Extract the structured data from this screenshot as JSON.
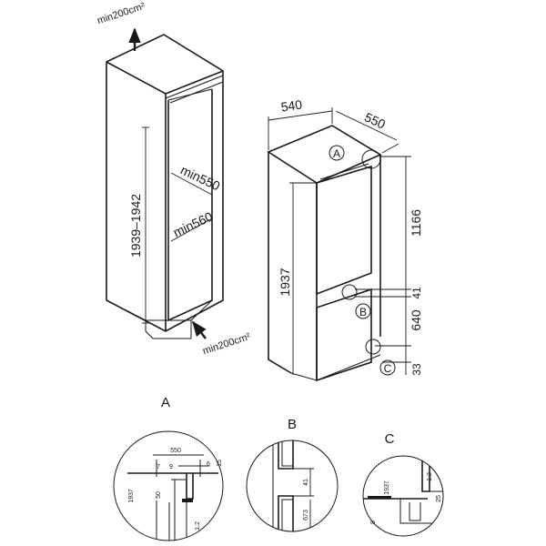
{
  "cabinet": {
    "vent_top": "min200cm²",
    "vent_bottom": "min200cm²",
    "height": "1939–1942",
    "depth": "min550",
    "width": "min560"
  },
  "fridge": {
    "width": "540",
    "depth": "550",
    "height": "1937",
    "upper": "1166",
    "gap": "41",
    "lower": "640",
    "base": "33",
    "marker_a": "A",
    "marker_b": "B",
    "marker_c": "C"
  },
  "detail_a": {
    "title": "A",
    "d550": "550",
    "d15": "15",
    "d6": "6",
    "d7": "7",
    "d9": "9",
    "d1937": "1937",
    "d50": "50",
    "d12": "1.2"
  },
  "detail_b": {
    "title": "B",
    "d41": "41",
    "d673": "673"
  },
  "detail_c": {
    "title": "C",
    "d1937": "1937",
    "d12": "1.2",
    "d25": "25",
    "d8": "8"
  }
}
